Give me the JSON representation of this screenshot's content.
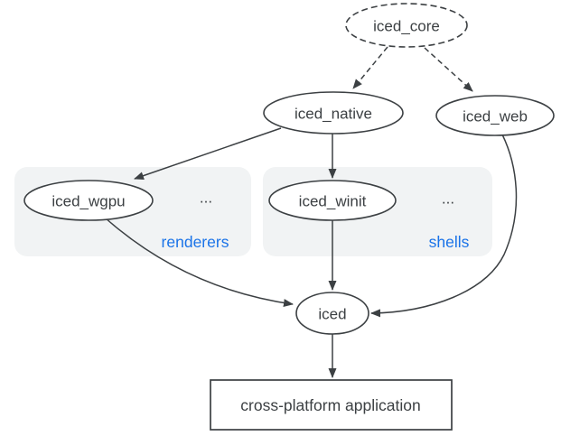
{
  "nodes": {
    "iced_core": {
      "label": "iced_core"
    },
    "iced_native": {
      "label": "iced_native"
    },
    "iced_web": {
      "label": "iced_web"
    },
    "iced_wgpu": {
      "label": "iced_wgpu"
    },
    "iced_winit": {
      "label": "iced_winit"
    },
    "iced": {
      "label": "iced"
    }
  },
  "groups": {
    "renderers": {
      "label": "renderers",
      "more": "..."
    },
    "shells": {
      "label": "shells",
      "more": "..."
    }
  },
  "app": {
    "label": "cross-platform application"
  },
  "colors": {
    "stroke": "#3c4043",
    "text": "#3c4043",
    "node_fill": "#ffffff",
    "group_fill": "#f1f3f4",
    "group_label_blue": "#1a73e8",
    "background": "#ffffff"
  }
}
